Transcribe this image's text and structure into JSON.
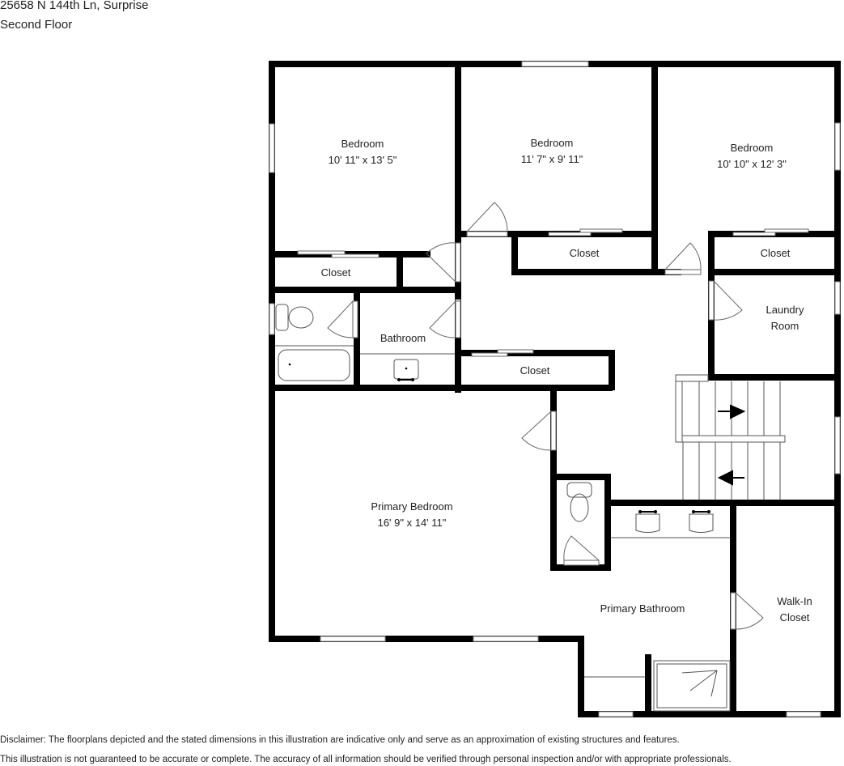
{
  "header": {
    "address": "25658 N 144th Ln, Surprise",
    "floor": "Second Floor"
  },
  "rooms": [
    {
      "name": "Bedroom",
      "dimensions": "10' 11\" x 13' 5\""
    },
    {
      "name": "Bedroom",
      "dimensions": "11' 7\" x 9' 11\""
    },
    {
      "name": "Bedroom",
      "dimensions": "10' 10\" x 12' 3\""
    },
    {
      "name": "Closet"
    },
    {
      "name": "Closet"
    },
    {
      "name": "Closet"
    },
    {
      "name": "Laundry",
      "name2": "Room"
    },
    {
      "name": "Bathroom"
    },
    {
      "name": "Closet"
    },
    {
      "name": "Primary Bedroom",
      "dimensions": "16' 9\" x 14' 11\""
    },
    {
      "name": "Primary Bathroom"
    },
    {
      "name": "Walk-In",
      "name2": "Closet"
    }
  ],
  "disclaimer": {
    "line1": "Disclaimer: The floorplans depicted and the stated dimensions in this illustration are indicative only and serve as an approximation of existing structures and features.",
    "line2": "This illustration is not guaranteed to be accurate or complete. The accuracy of all information should be verified through personal inspection and/or with appropriate professionals."
  },
  "colors": {
    "wall": "#000000",
    "background": "#ffffff",
    "fixture_line": "#555555"
  }
}
